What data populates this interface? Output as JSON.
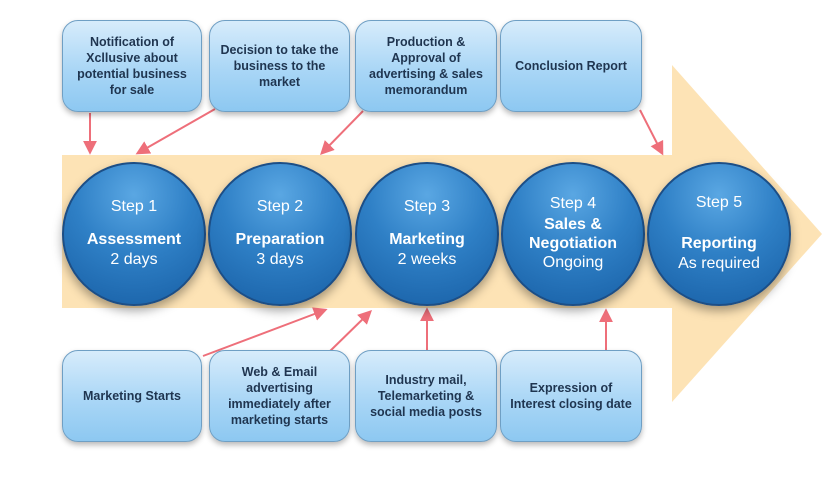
{
  "colors": {
    "arrow_fill": "#fde3b5",
    "circle_blue": "#2f80c6",
    "box_blue": "#a9d6f6",
    "connector": "#ee6f7a"
  },
  "top_boxes": [
    "Notification of\nXcllusive about\npotential business\nfor sale",
    "Decision to take the\nbusiness to the\nmarket",
    "Production &\nApproval of\nadvertising & sales\nmemorandum",
    "Conclusion Report"
  ],
  "bottom_boxes": [
    "Marketing Starts",
    "Web & Email\nadvertising\nimmediately after\nmarketing starts",
    "Industry mail,\nTelemarketing &\nsocial media posts",
    "Expression of\nInterest closing date"
  ],
  "steps": [
    {
      "step": "Step 1",
      "name": "Assessment",
      "duration": "2 days"
    },
    {
      "step": "Step 2",
      "name": "Preparation",
      "duration": "3 days"
    },
    {
      "step": "Step 3",
      "name": "Marketing",
      "duration": "2 weeks"
    },
    {
      "step": "Step 4",
      "name": "Sales &\nNegotiation",
      "duration": "Ongoing"
    },
    {
      "step": "Step 5",
      "name": "Reporting",
      "duration": "As required"
    }
  ]
}
